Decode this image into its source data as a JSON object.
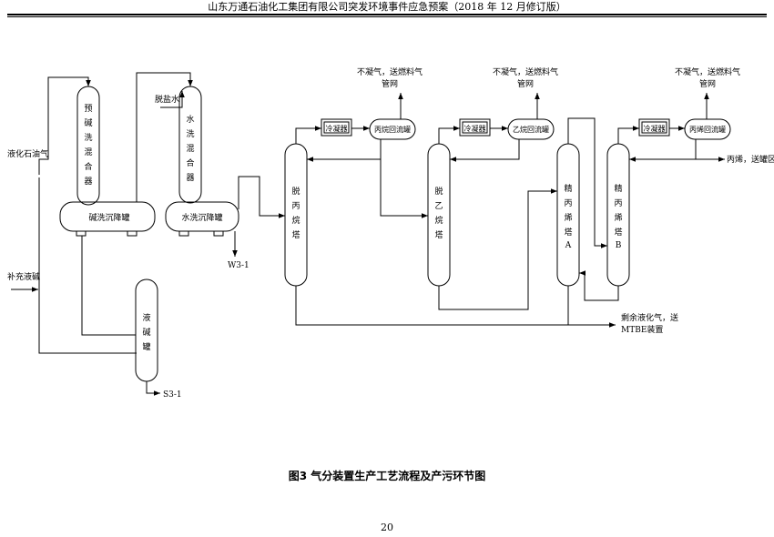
{
  "header": {
    "title": "山东万通石油化工集团有限公司突发环境事件应急预案（2018 年 12 月修订版）"
  },
  "diagram": {
    "feed_lpg": "液化石油气",
    "feed_caustic": "补充液碱",
    "feed_water": "脱盐水",
    "prewash_mixer": [
      "预",
      "碱",
      "洗",
      "混",
      "合",
      "器"
    ],
    "caustic_settler": "碱洗沉降罐",
    "water_mixer": [
      "水",
      "洗",
      "混",
      "合",
      "器"
    ],
    "water_settler": "水洗沉降罐",
    "caustic_tank": [
      "液",
      "碱",
      "罐"
    ],
    "wastewater_outlet": "W3-1",
    "solid_outlet": "S3-1",
    "depropanizer": [
      "脱",
      "丙",
      "烷",
      "塔"
    ],
    "deethanizer": [
      "脱",
      "乙",
      "烷",
      "塔"
    ],
    "splitter_a": [
      "精",
      "丙",
      "烯",
      "塔",
      "A"
    ],
    "splitter_b": [
      "精",
      "丙",
      "烯",
      "塔",
      "B"
    ],
    "condenser": "冷凝器",
    "propane_drum": "丙烷回流罐",
    "ethane_drum": "乙烷回流罐",
    "propylene_drum": "丙烯回流罐",
    "fuel_gas_line1": "不凝气，送燃料气",
    "fuel_gas_line2": "管网",
    "propylene_product": "丙烯，送罐区",
    "residual_line1": "剩余液化气，送",
    "residual_line2": "MTBE装置"
  },
  "caption": "图3    气分装置生产工艺流程及产污环节图",
  "page_number": "20"
}
